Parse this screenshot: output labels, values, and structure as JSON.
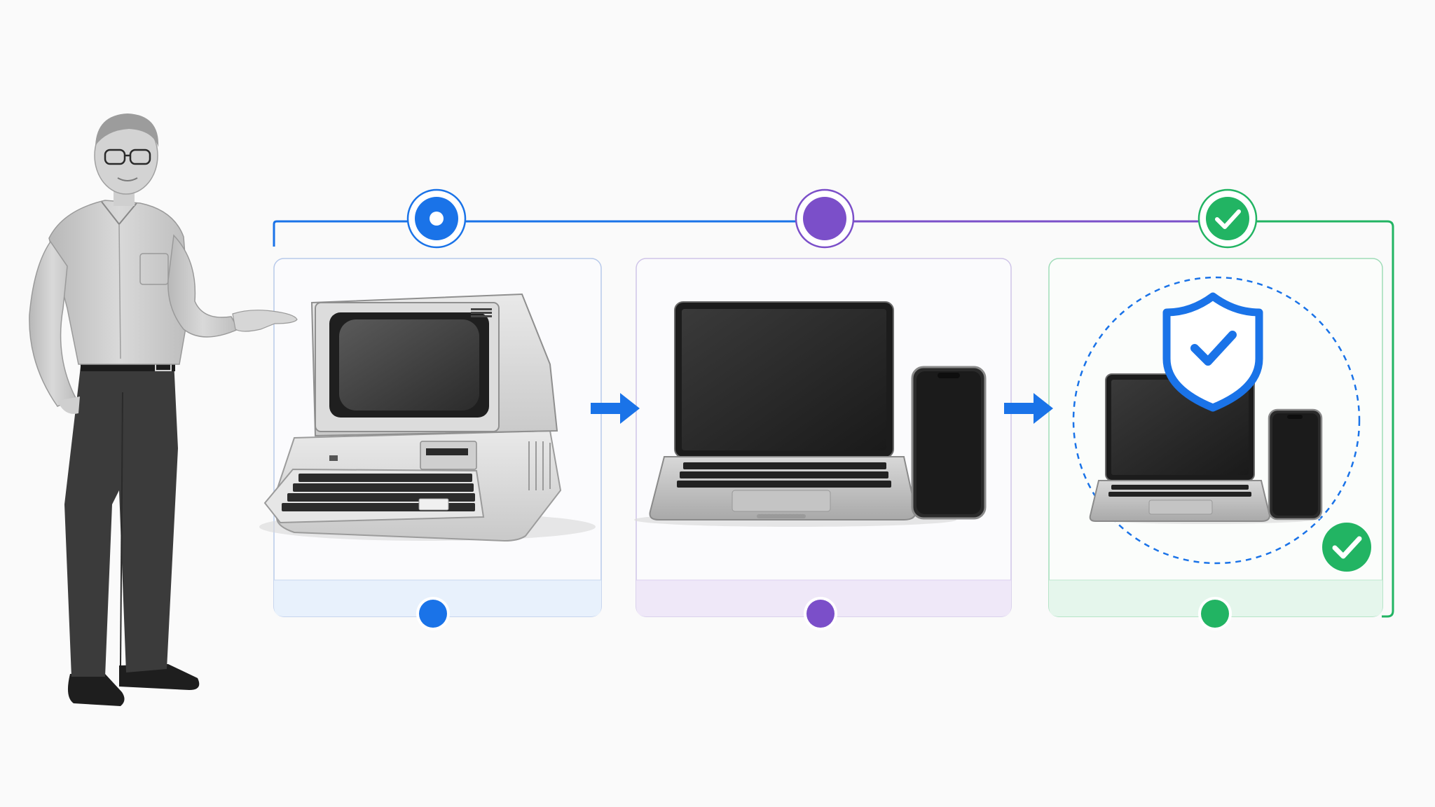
{
  "colors": {
    "background": "#fafafa",
    "stage1": "#1a73e8",
    "stage2": "#7b4fc9",
    "stage3": "#22b463",
    "stage1_tint": "#e8f1fc",
    "stage2_tint": "#efe8f8",
    "stage3_tint": "#e5f6ec",
    "panel_border_light": "#c9d3e6"
  },
  "stages": [
    {
      "id": "legacy",
      "device": "vintage-desktop-computer",
      "marker_icon": "radio-dot-icon",
      "color_key": "stage1"
    },
    {
      "id": "modern",
      "device": "laptop-and-smartphone",
      "marker_icon": "filled-circle-icon",
      "color_key": "stage2"
    },
    {
      "id": "secured",
      "device": "protected-laptop-and-smartphone",
      "marker_icon": "check-circle-icon",
      "color_key": "stage3"
    }
  ],
  "icons": {
    "presenter": "presenter-person",
    "arrow": "arrow-right-icon",
    "shield": "shield-check-icon",
    "verified": "check-badge-icon"
  }
}
